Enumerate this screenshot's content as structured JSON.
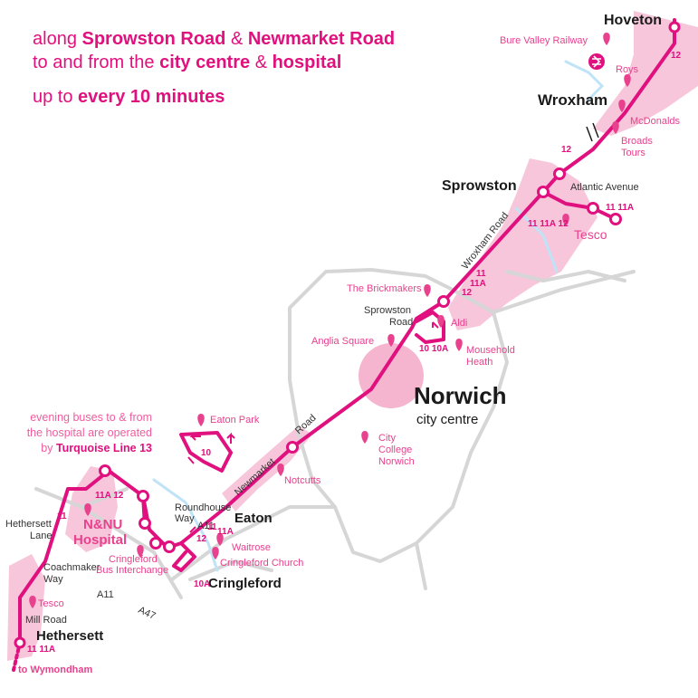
{
  "header": {
    "line1": [
      "along ",
      "Sprowston Road",
      " & ",
      "Newmarket Road"
    ],
    "line2": [
      "to and from the ",
      "city centre",
      " & ",
      "hospital"
    ],
    "line3": [
      "up to ",
      "every 10 minutes"
    ]
  },
  "evening_note": {
    "line1": "evening buses to & from",
    "line2": "the hospital are operated",
    "line3_prefix": "by ",
    "line3_bold": "Turquoise Line 13"
  },
  "places": {
    "hoveton": "Hoveton",
    "wroxham": "Wroxham",
    "sprowston": "Sprowston",
    "norwich": "Norwich",
    "city_centre": "city centre",
    "eaton": "Eaton",
    "cringleford": "Cringleford",
    "hethersett": "Hethersett"
  },
  "roads": {
    "wroxham_road": "Wroxham Road",
    "newmarket": "Newmarket",
    "road": "Road",
    "sprowston_road_1": "Sprowston",
    "sprowston_road_2": "Road",
    "atlantic_avenue": "Atlantic Avenue",
    "roundhouse_1": "Roundhouse",
    "roundhouse_2": "Way",
    "a11_upper": "A11",
    "a11_lower": "A11",
    "a47": "A47",
    "hethersett_lane_1": "Hethersett",
    "hethersett_lane_2": "Lane",
    "coachmaker_1": "Coachmaker",
    "coachmaker_2": "Way",
    "mill_road": "Mill Road"
  },
  "pois": {
    "bure_valley": "Bure Valley Railway",
    "roys": "Roys",
    "mcdonalds": "McDonalds",
    "broads_1": "Broads",
    "broads_2": "Tours",
    "tesco_sprowston": "Tesco",
    "brickmakers": "The Brickmakers",
    "aldi": "Aldi",
    "anglia_square": "Anglia Square",
    "mousehold_1": "Mousehold",
    "mousehold_2": "Heath",
    "city_college_1": "City",
    "city_college_2": "College",
    "city_college_3": "Norwich",
    "eaton_park": "Eaton Park",
    "notcutts": "Notcutts",
    "nnu_1": "N&NU",
    "nnu_2": "Hospital",
    "waitrose": "Waitrose",
    "cringleford_church": "Cringleford Church",
    "interchange_1": "Cringleford",
    "interchange_2": "Bus Interchange",
    "tesco_hethersett": "Tesco",
    "wymondham": "to Wymondham"
  },
  "routes": {
    "r12": "12",
    "r11": "11",
    "r11a": "11A",
    "r10": "10",
    "r10a": "10A",
    "pair_11_11a": "11 11A",
    "pair_11_11a_12": "11 11A 12",
    "pair_10_10a": "10 10A",
    "pair_11a_12": "11A 12"
  },
  "colors": {
    "line": "#e0107e",
    "area": "#f7c6da",
    "city_circle": "#f5b5ce",
    "roads": "#d6d6d6",
    "river": "#bfe3f7",
    "text_dark": "#1a1a1a"
  },
  "icons": [
    "pin-icon",
    "rail-icon",
    "direction-arrow-icon"
  ]
}
